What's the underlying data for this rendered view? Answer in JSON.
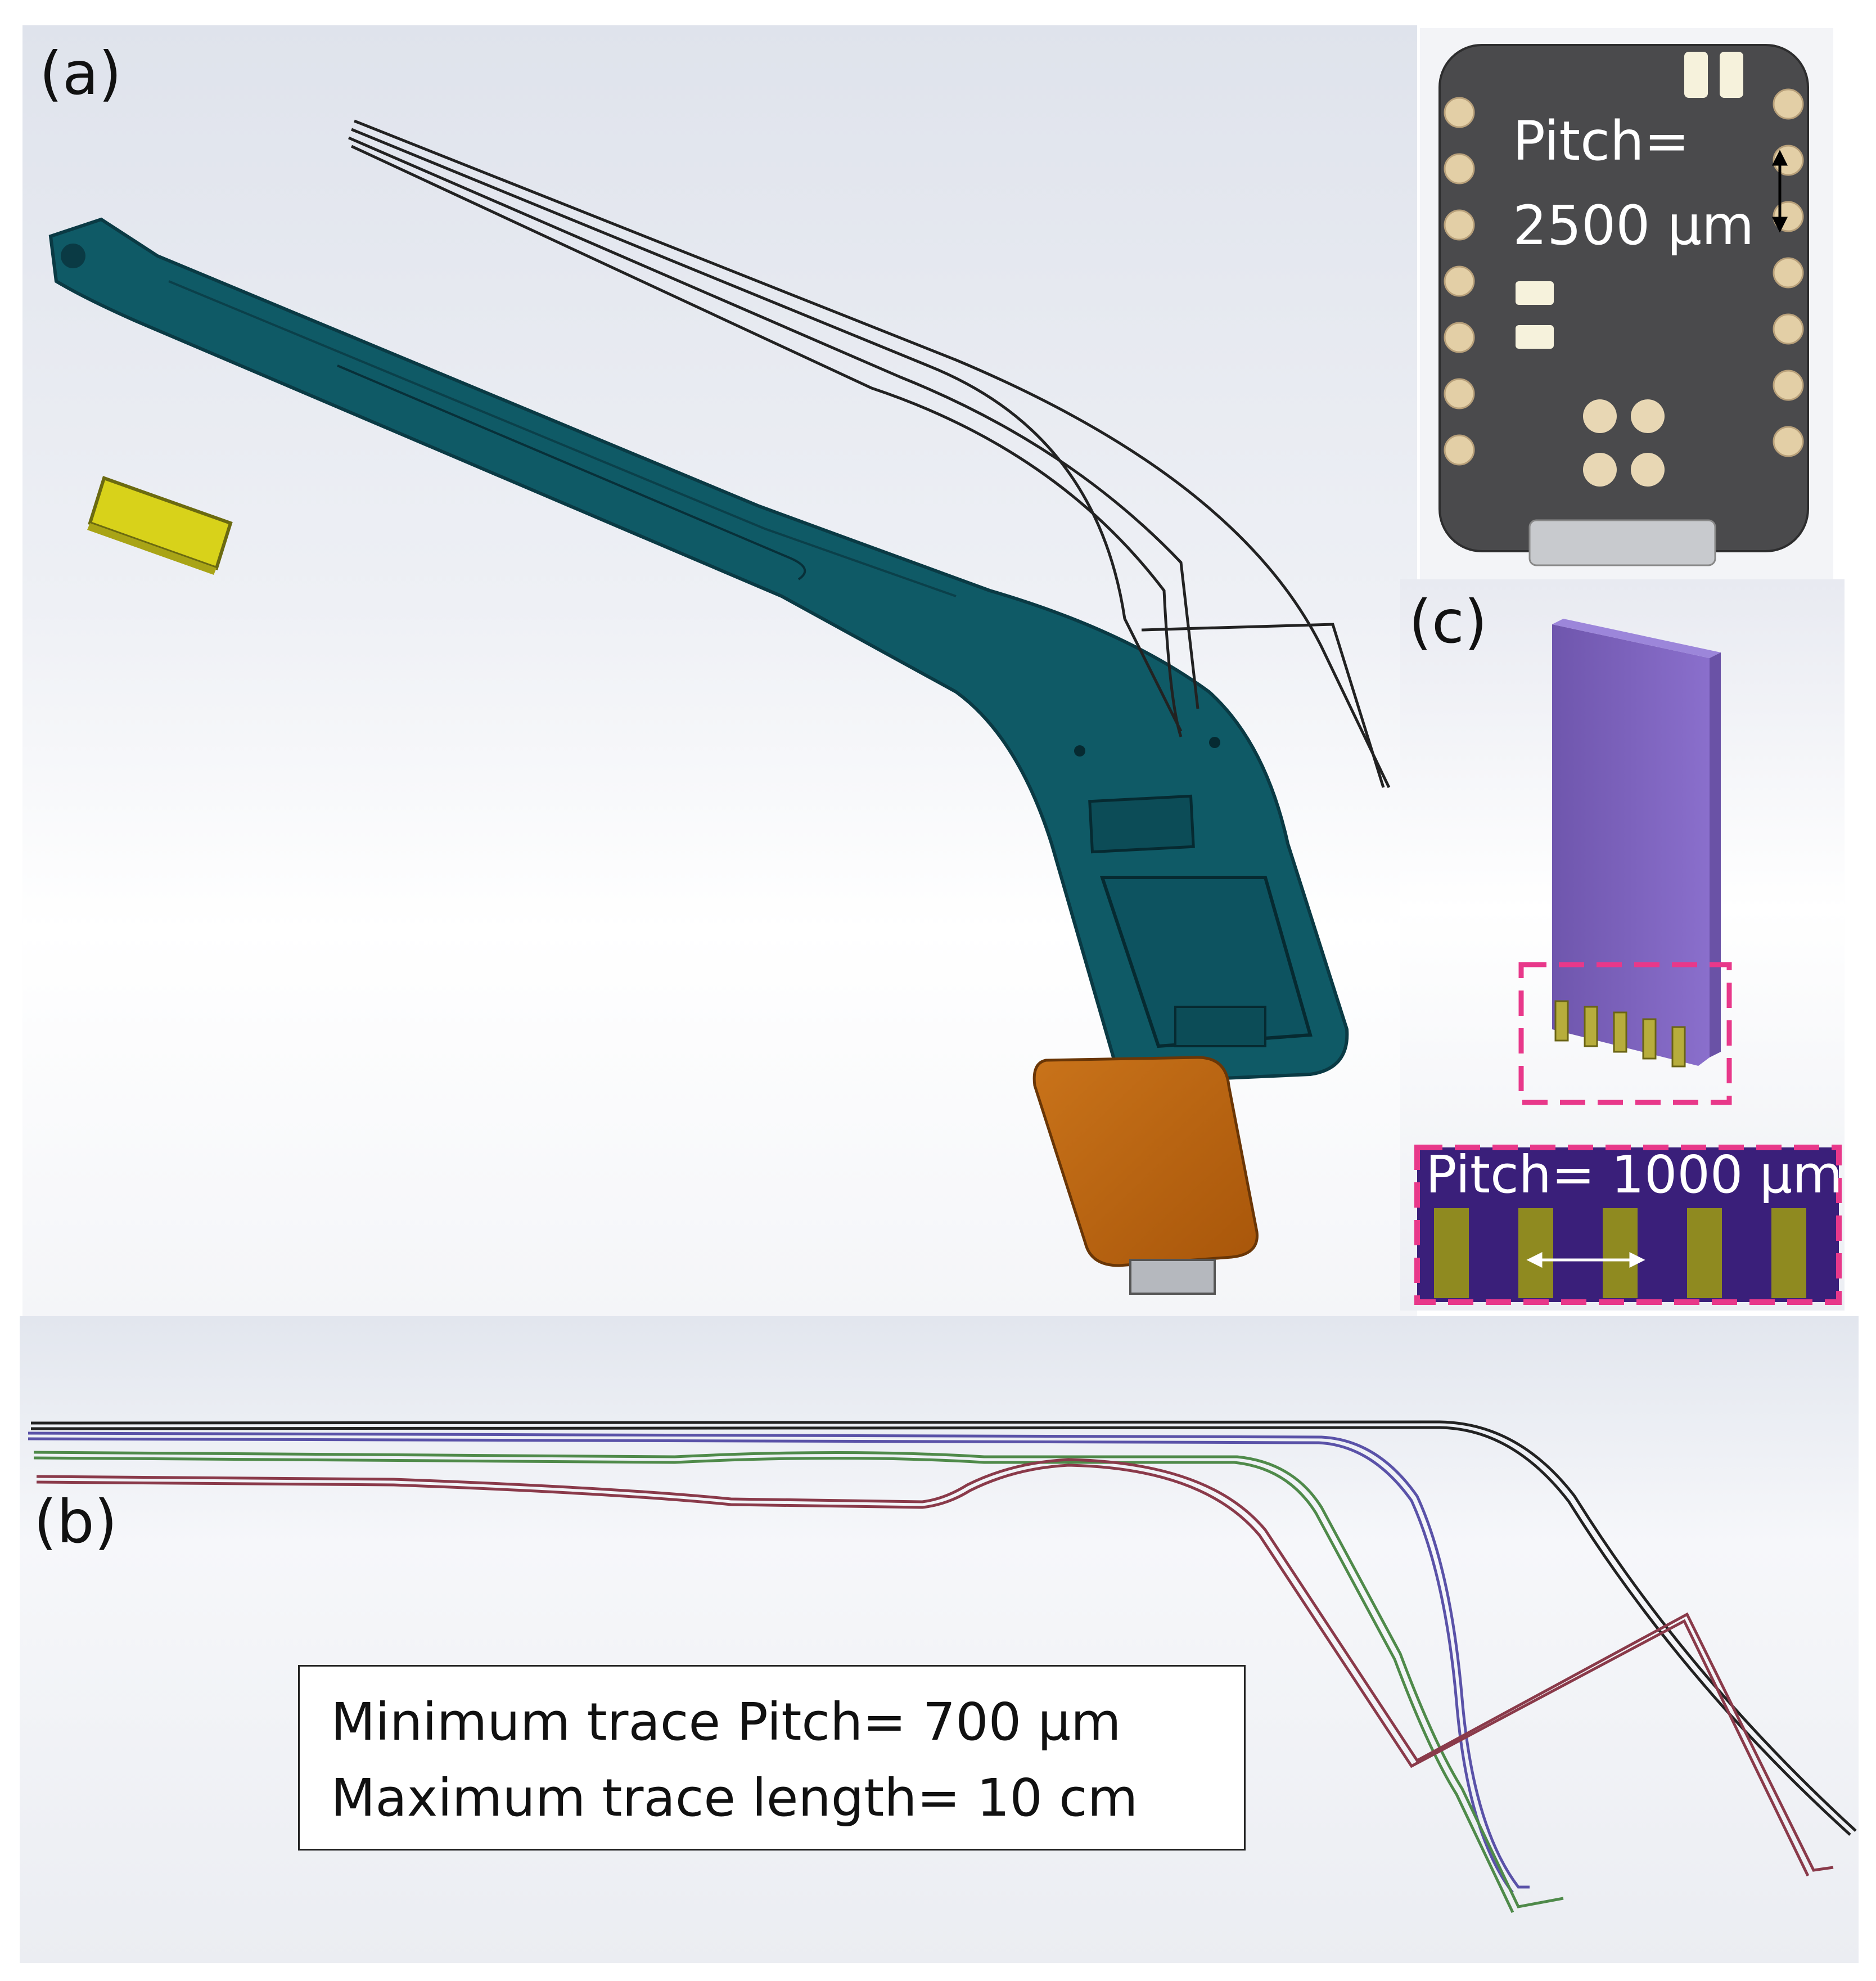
{
  "panels": {
    "a": {
      "label": "(a)"
    },
    "b": {
      "label": "(b)"
    },
    "c": {
      "label": "(c)"
    }
  },
  "pcb_inset": {
    "pitch_line1": "Pitch=",
    "pitch_line2": "2500 μm"
  },
  "connector_inset": {
    "pitch_text": "Pitch= 1000 μm"
  },
  "traces_callout": {
    "line1": "Minimum trace Pitch= 700 μm",
    "line2": "Maximum trace length= 10 cm"
  },
  "colors": {
    "forceps_body": "#0f5a66",
    "pcb_orange": "#b8620c",
    "pcb_dark": "#4a4a4c",
    "connector_purple": "#7a5fb8",
    "pad_gold": "#8f8a20",
    "dashed_highlight": "#e8388a",
    "trace_black": "#222222",
    "trace_blue": "#5a52a8",
    "trace_green": "#4f8a4a",
    "trace_red": "#8a3a4a"
  }
}
